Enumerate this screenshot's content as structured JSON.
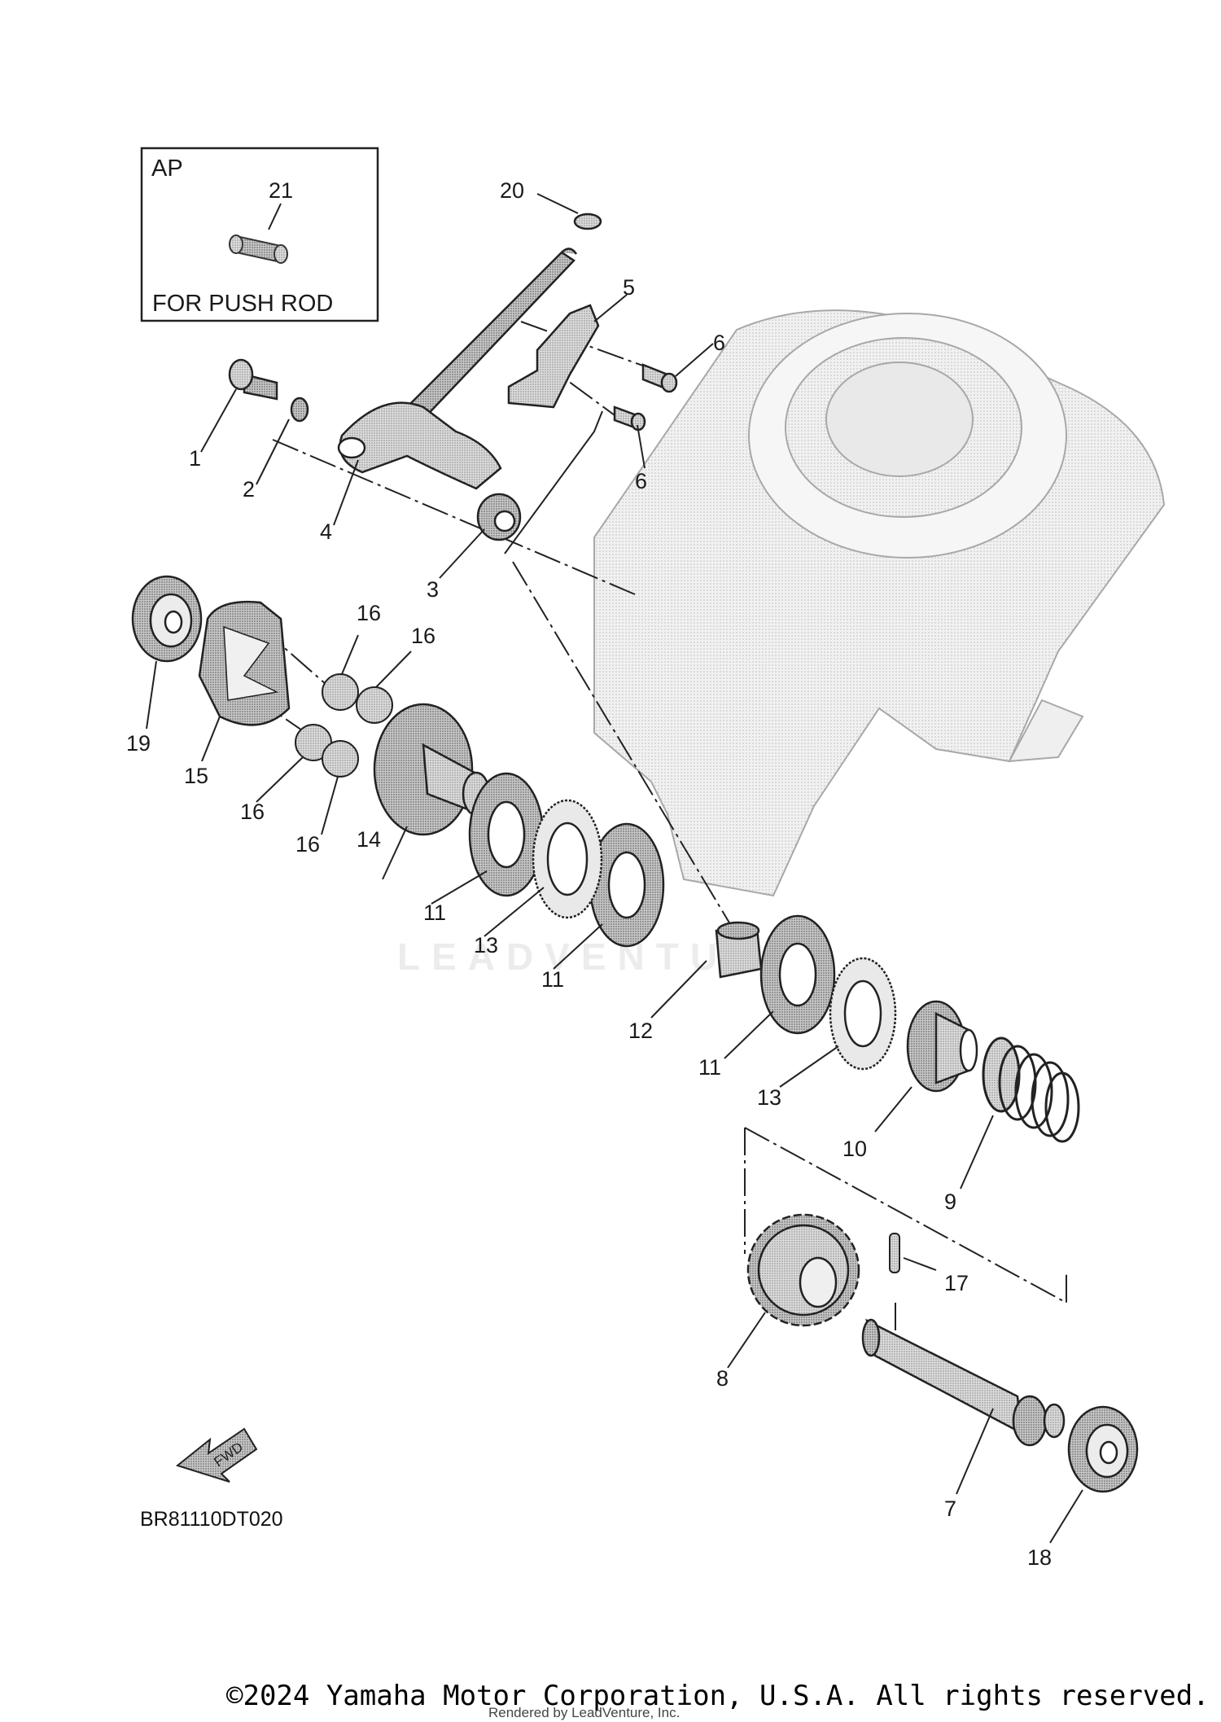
{
  "inset": {
    "code": "AP",
    "part_no": "21",
    "caption": "FOR PUSH ROD"
  },
  "callouts": [
    {
      "id": "1",
      "text": "1"
    },
    {
      "id": "2",
      "text": "2"
    },
    {
      "id": "3",
      "text": "3"
    },
    {
      "id": "4",
      "text": "4"
    },
    {
      "id": "5",
      "text": "5"
    },
    {
      "id": "6a",
      "text": "6"
    },
    {
      "id": "6b",
      "text": "6"
    },
    {
      "id": "7",
      "text": "7"
    },
    {
      "id": "8",
      "text": "8"
    },
    {
      "id": "9",
      "text": "9"
    },
    {
      "id": "10",
      "text": "10"
    },
    {
      "id": "11a",
      "text": "11"
    },
    {
      "id": "11b",
      "text": "11"
    },
    {
      "id": "11c",
      "text": "11"
    },
    {
      "id": "12",
      "text": "12"
    },
    {
      "id": "13a",
      "text": "13"
    },
    {
      "id": "13b",
      "text": "13"
    },
    {
      "id": "14",
      "text": "14"
    },
    {
      "id": "15",
      "text": "15"
    },
    {
      "id": "16a",
      "text": "16"
    },
    {
      "id": "16b",
      "text": "16"
    },
    {
      "id": "16c",
      "text": "16"
    },
    {
      "id": "16d",
      "text": "16"
    },
    {
      "id": "17",
      "text": "17"
    },
    {
      "id": "18",
      "text": "18"
    },
    {
      "id": "19",
      "text": "19"
    },
    {
      "id": "20",
      "text": "20"
    }
  ],
  "fwd_label": "FWD",
  "diagram_code": "BR81110DT020",
  "watermark": "LEADVENTURE",
  "copyright": "©2024 Yamaha Motor Corporation, U.S.A. All rights reserved.",
  "rendered_by": "Rendered by LeadVenture, Inc."
}
